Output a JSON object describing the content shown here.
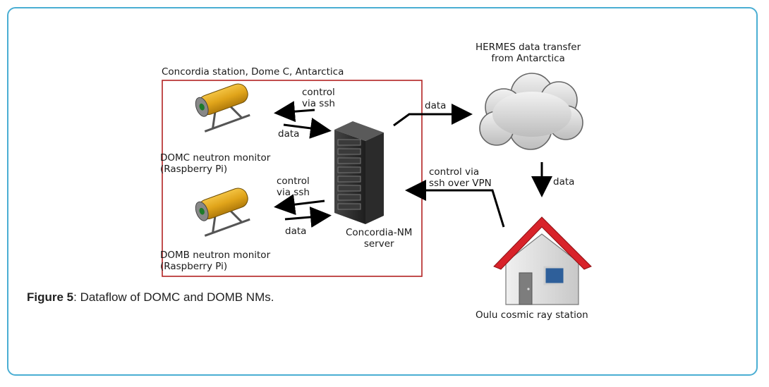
{
  "site_box": {
    "title": "Concordia station, Dome C, Antarctica"
  },
  "monitors": [
    {
      "label": "DOMC neutron monitor\n(Raspberry Pi)",
      "control": "control\nvia ssh",
      "data": "data"
    },
    {
      "label": "DOMB neutron monitor\n(Raspberry Pi)",
      "control": "control\nvia ssh",
      "data": "data"
    }
  ],
  "server": {
    "label": "Concordia-NM\nserver"
  },
  "cloud": {
    "label": "HERMES data transfer\nfrom Antarctica"
  },
  "links": {
    "server_to_cloud": "data",
    "cloud_to_station": "data",
    "station_to_server": "control via\nssh over VPN"
  },
  "station": {
    "label": "Oulu cosmic ray station"
  },
  "caption": {
    "figure": "Figure 5",
    "text": ": Dataflow of DOMC and DOMB NMs."
  },
  "colors": {
    "frame_border": "#4aaed3",
    "site_border": "#b22222",
    "roof": "#d8232a",
    "detector": "#e0a41a"
  }
}
